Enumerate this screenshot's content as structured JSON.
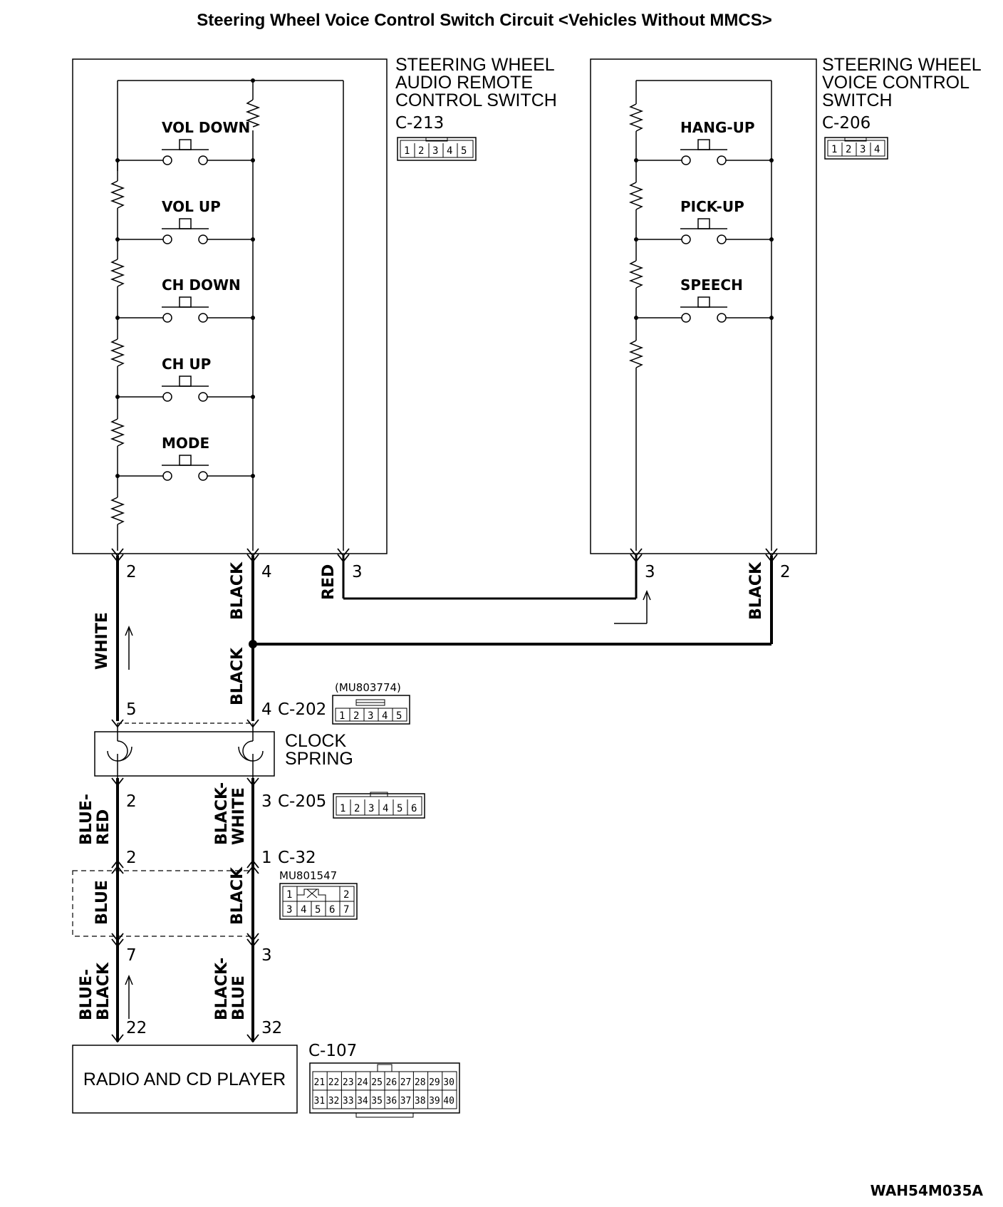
{
  "title": "Steering Wheel Voice Control Switch Circuit <Vehicles Without MMCS>",
  "diagram_id": "WAH54M035A",
  "components": {
    "audio_switch": {
      "name_lines": [
        "STEERING WHEEL",
        "AUDIO REMOTE",
        "CONTROL SWITCH"
      ],
      "connector": "C-213",
      "connector_pins": [
        "1",
        "2",
        "3",
        "4",
        "5"
      ],
      "switches": [
        "VOL DOWN",
        "VOL UP",
        "CH DOWN",
        "CH UP",
        "MODE"
      ],
      "pins": [
        "2",
        "4",
        "3"
      ]
    },
    "voice_switch": {
      "name_lines": [
        "STEERING WHEEL",
        "VOICE CONTROL",
        "SWITCH"
      ],
      "connector": "C-206",
      "connector_pins": [
        "1",
        "2",
        "3",
        "4"
      ],
      "switches": [
        "HANG-UP",
        "PICK-UP",
        "SPEECH"
      ],
      "pins": [
        "3",
        "2"
      ]
    },
    "clock_spring": {
      "name_lines": [
        "CLOCK",
        "SPRING"
      ]
    },
    "radio": {
      "name": "RADIO AND CD PLAYER",
      "connector": "C-107",
      "connector_pins_top": [
        "21",
        "22",
        "23",
        "24",
        "25",
        "26",
        "27",
        "28",
        "29",
        "30"
      ],
      "connector_pins_bottom": [
        "31",
        "32",
        "33",
        "34",
        "35",
        "36",
        "37",
        "38",
        "39",
        "40"
      ],
      "pins": [
        "22",
        "32"
      ]
    }
  },
  "connectors": {
    "c202": {
      "label": "C-202",
      "part": "(MU803774)",
      "pins": [
        "1",
        "2",
        "3",
        "4",
        "5"
      ],
      "pin_left": "5",
      "pin_right": "4"
    },
    "c205": {
      "label": "C-205",
      "pins": [
        "1",
        "2",
        "3",
        "4",
        "5",
        "6"
      ],
      "pin_left": "2",
      "pin_right": "3"
    },
    "c32": {
      "label": "C-32",
      "part": "MU801547",
      "pins_top": [
        "1",
        "2"
      ],
      "pins_bottom": [
        "3",
        "4",
        "5",
        "6",
        "7"
      ],
      "pin_left_top": "2",
      "pin_right_top": "1",
      "pin_left_bottom": "7",
      "pin_right_bottom": "3"
    }
  },
  "wires": {
    "white": "WHITE",
    "black_1": "BLACK",
    "black_2": "BLACK",
    "red": "RED",
    "black_voice": "BLACK",
    "blue_red": [
      "BLUE-",
      "RED"
    ],
    "black_white": [
      "BLACK-",
      "WHITE"
    ],
    "blue": "BLUE",
    "black_3": "BLACK",
    "blue_black": [
      "BLUE-",
      "BLACK"
    ],
    "black_blue": [
      "BLACK-",
      "BLUE"
    ]
  }
}
